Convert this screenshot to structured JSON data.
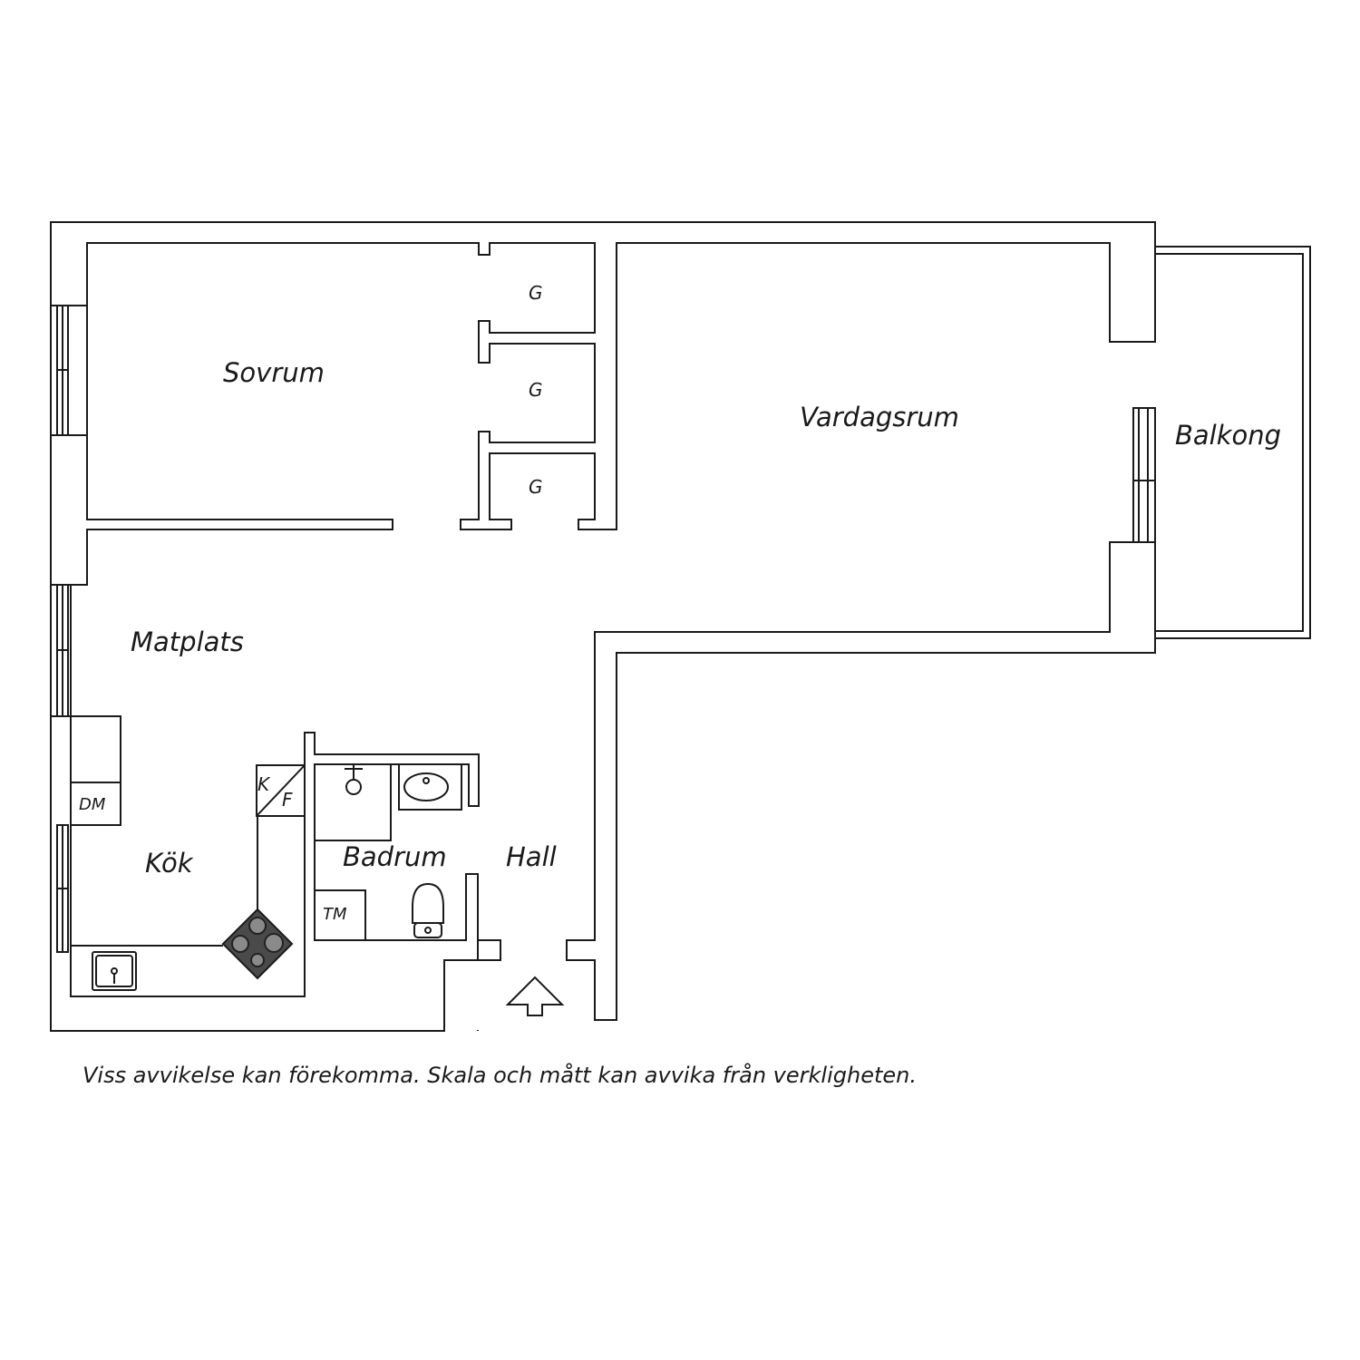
{
  "rooms": {
    "sovrum": "Sovrum",
    "vardagsrum": "Vardagsrum",
    "balkong": "Balkong",
    "matplats": "Matplats",
    "kok": "Kök",
    "badrum": "Badrum",
    "hall": "Hall"
  },
  "fixtures": {
    "garderob_1": "G",
    "garderob_2": "G",
    "garderob_3": "G",
    "kyl": "K",
    "frys": "F",
    "diskmaskin": "DM",
    "tvattmaskin": "TM"
  },
  "disclaimer": "Viss avvikelse kan förekomma. Skala och mått kan avvika från verkligheten.",
  "colors": {
    "wall_stroke": "#1a1a1a",
    "fill": "#ffffff",
    "stove": "#4a4a4a"
  }
}
